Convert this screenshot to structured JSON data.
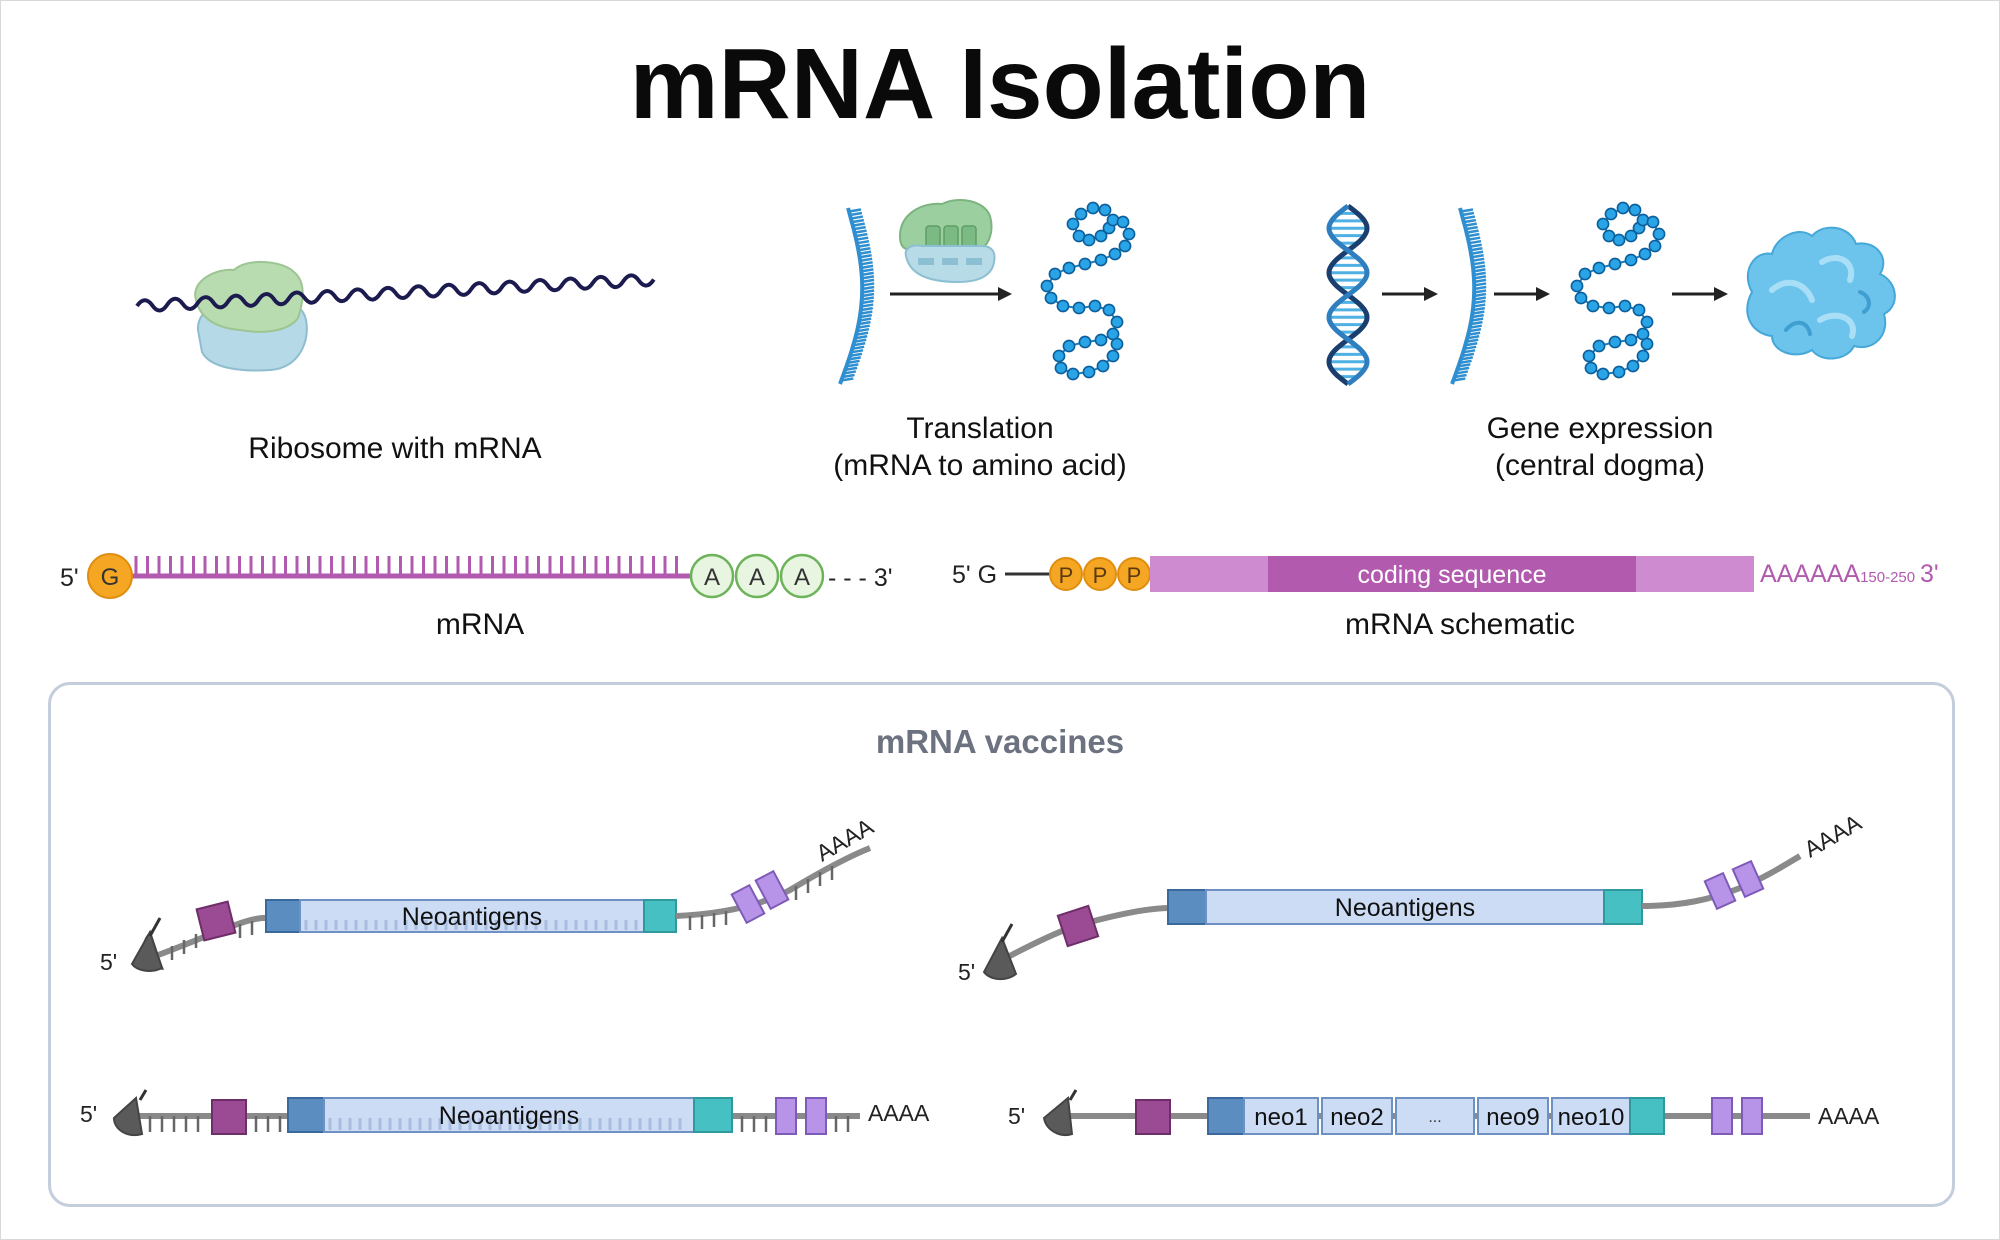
{
  "title": "mRNA Isolation",
  "captions": {
    "ribosome": "Ribosome with mRNA",
    "translation_1": "Translation",
    "translation_2": "(mRNA to amino acid)",
    "gene_1": "Gene expression",
    "gene_2": "(central dogma)",
    "mrna": "mRNA",
    "schematic": "mRNA schematic"
  },
  "mrna_strand": {
    "five_prime": "5'",
    "cap": "G",
    "tail_a": [
      "A",
      "A",
      "A"
    ],
    "three_prime": "- - - 3'"
  },
  "schematic": {
    "five_prime": "5' G",
    "phosphates": [
      "P",
      "P",
      "P"
    ],
    "coding": "coding sequence",
    "polya": "AAAAAA",
    "polya_sub": "150-250",
    "three_prime": "3'"
  },
  "vaccines": {
    "title": "mRNA vaccines",
    "five_prime": "5'",
    "polya": "AAAA",
    "neoantigens": "Neoantigens",
    "segments": [
      "neo1",
      "neo2",
      "...",
      "neo9",
      "neo10"
    ]
  },
  "colors": {
    "cap": "#f5a623",
    "tail": "#e8f5e0",
    "tail_border": "#6db35a",
    "strand": "#b25ab0",
    "utr": "#cf8bd0",
    "coding": "#b25aae",
    "utr5": "#9b4a94",
    "utr3": "#b894e8",
    "start": "#5b8dc0",
    "stop": "#47c0c4",
    "antigen": "#cddcf5",
    "protein": "#4fb0e4",
    "dna": "#1a3e6e"
  }
}
